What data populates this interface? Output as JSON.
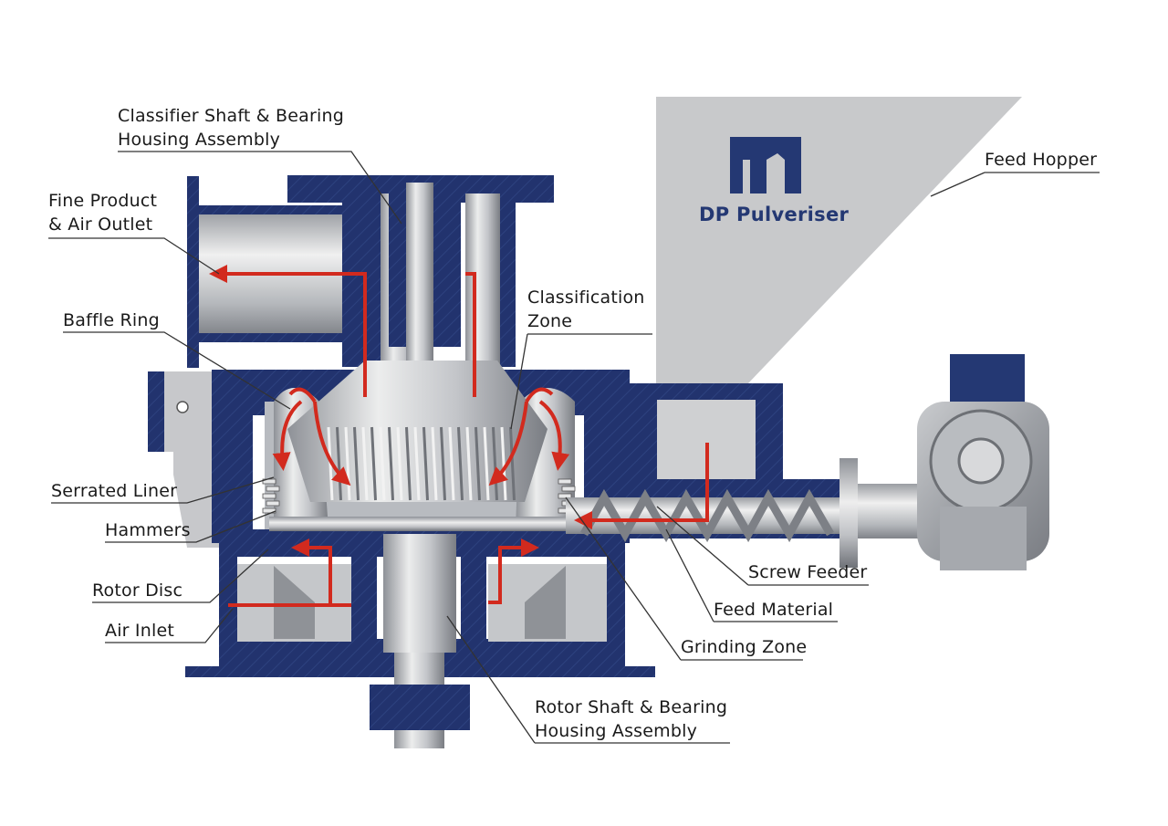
{
  "diagram": {
    "brand": {
      "name": "DP Pulveriser"
    },
    "callouts": {
      "classifier_shaft": {
        "line1": "Classifier Shaft & Bearing",
        "line2": "Housing Assembly"
      },
      "fine_product": {
        "line1": "Fine Product",
        "line2": "& Air Outlet"
      },
      "baffle_ring": {
        "line1": "Baffle Ring"
      },
      "serrated_liner": {
        "line1": "Serrated Liner"
      },
      "hammers": {
        "line1": "Hammers"
      },
      "rotor_disc": {
        "line1": "Rotor Disc"
      },
      "air_inlet": {
        "line1": "Air Inlet"
      },
      "classification_zone": {
        "line1": "Classification",
        "line2": "Zone"
      },
      "feed_hopper": {
        "line1": "Feed Hopper"
      },
      "screw_feeder": {
        "line1": "Screw Feeder"
      },
      "feed_material": {
        "line1": "Feed Material"
      },
      "grinding_zone": {
        "line1": "Grinding Zone"
      },
      "rotor_shaft": {
        "line1": "Rotor Shaft & Bearing",
        "line2": "Housing Assembly"
      }
    },
    "colors": {
      "housing": "#22336e",
      "housing_dark": "#18264f",
      "steel_light": "#d7d9dc",
      "steel_mid": "#a9acb1",
      "steel_dark": "#6c7077",
      "hopper": "#c8c9cb",
      "flow_arrow": "#d22a1e",
      "leader_line": "#333333",
      "brand": "#243873"
    }
  }
}
